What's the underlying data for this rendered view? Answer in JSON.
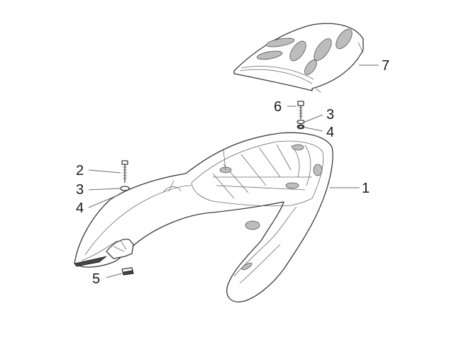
{
  "diagram": {
    "callouts": {
      "c1": "1",
      "c2": "2",
      "c3a": "3",
      "c3b": "3",
      "c4a": "4",
      "c4b": "4",
      "c5": "5",
      "c6": "6",
      "c7": "7"
    }
  }
}
